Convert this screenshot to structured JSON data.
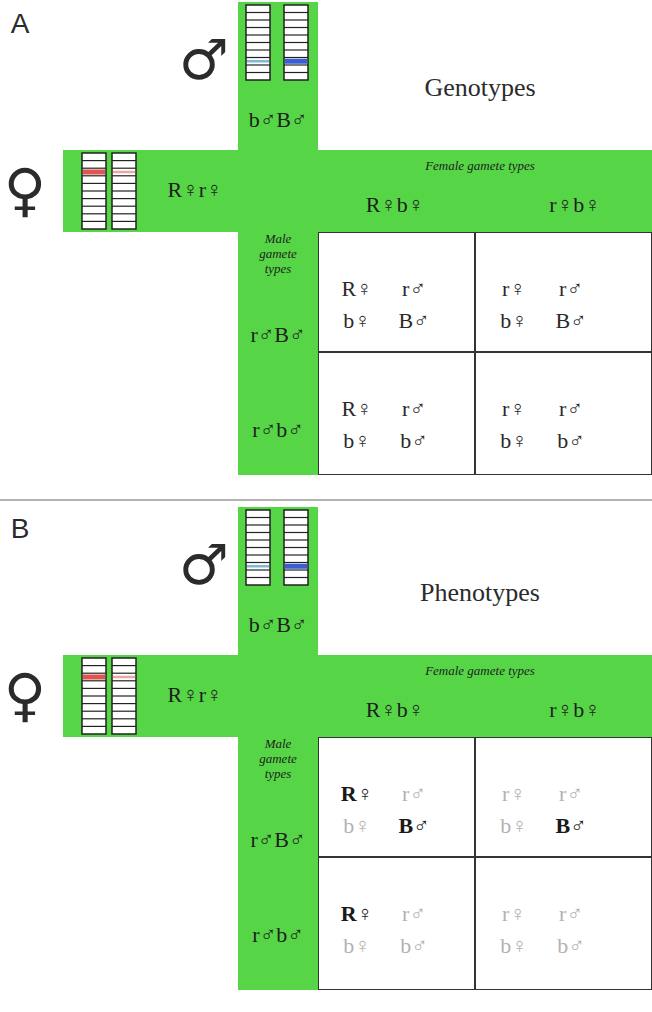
{
  "diagram": {
    "nodes": [
      {
        "text": [
          "b♂B♂",
          "Male gamete types",
          "r♂B♂",
          "r♂b♂"
        ]
      },
      {
        "text": [
          "R♀r♀",
          "Female gamete types",
          "R♀b♀",
          "r♀b♀"
        ]
      },
      {
        "text": [
          "R♀",
          "r♂",
          "b♀",
          "B♂"
        ]
      },
      {
        "text": [
          "r♀",
          "r♂",
          "b♀",
          "B♂"
        ]
      },
      {
        "text": [
          "R♀",
          "r♂",
          "b♀",
          "b♂"
        ]
      },
      {
        "text": [
          "r♀",
          "r♂",
          "b♀",
          "b♂"
        ]
      },
      {
        "text": [
          "b♂B♂",
          "Male gamete types",
          "r♂B♂",
          "r♂b♂"
        ]
      },
      {
        "text": [
          "R♀r♀",
          "Female gamete types",
          "R♀b♀",
          "r♀b♀"
        ]
      },
      {
        "text": [
          "R♀",
          "r♂",
          "b♀",
          "B♂"
        ]
      },
      {
        "text": [
          "r♀",
          "r♂",
          "b♀",
          "B♂"
        ]
      },
      {
        "text": [
          "R♀",
          "r♂",
          "b♀",
          "b♂"
        ]
      },
      {
        "text": [
          "r♀",
          "r♂",
          "b♀",
          "b♂"
        ]
      }
    ],
    "labels": [
      "A",
      "♂",
      "Genotypes",
      "♀",
      "B",
      "♂",
      "Phenotypes",
      "♀"
    ]
  }
}
